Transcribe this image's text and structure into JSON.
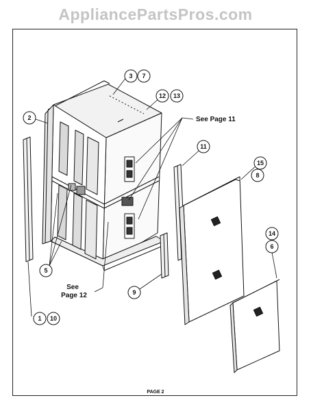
{
  "watermark": "AppliancePartsPros.com",
  "footer": "PAGE 2",
  "references": {
    "page_11": "See Page 11",
    "page_12_line1": "See",
    "page_12_line2": "Page 12"
  },
  "callouts": {
    "c3": "3",
    "c7": "7",
    "c12": "12",
    "c13": "13",
    "c2": "2",
    "c11": "11",
    "c15": "15",
    "c8": "8",
    "c5": "5",
    "c9": "9",
    "c14": "14",
    "c6": "6",
    "c1": "1",
    "c10": "10"
  }
}
